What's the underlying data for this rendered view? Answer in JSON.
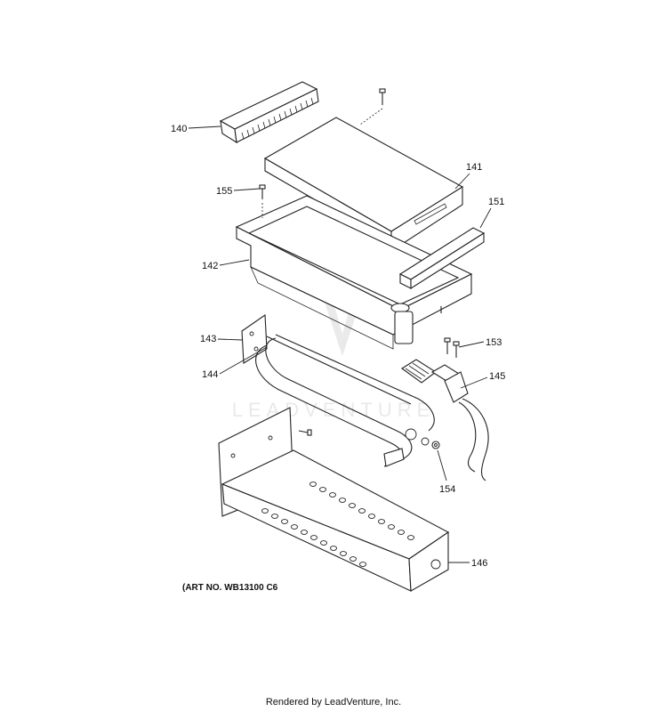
{
  "diagram": {
    "callouts": [
      {
        "id": "140",
        "label": "140"
      },
      {
        "id": "141",
        "label": "141"
      },
      {
        "id": "142",
        "label": "142"
      },
      {
        "id": "143",
        "label": "143"
      },
      {
        "id": "144",
        "label": "144"
      },
      {
        "id": "145",
        "label": "145"
      },
      {
        "id": "146",
        "label": "146"
      },
      {
        "id": "151",
        "label": "151"
      },
      {
        "id": "153",
        "label": "153"
      },
      {
        "id": "154",
        "label": "154"
      },
      {
        "id": "155",
        "label": "155"
      }
    ],
    "art_number": "(ART NO. WB13100 C6",
    "watermark": "LEADVENTURE"
  },
  "footer": {
    "text": "Rendered by LeadVenture, Inc."
  }
}
